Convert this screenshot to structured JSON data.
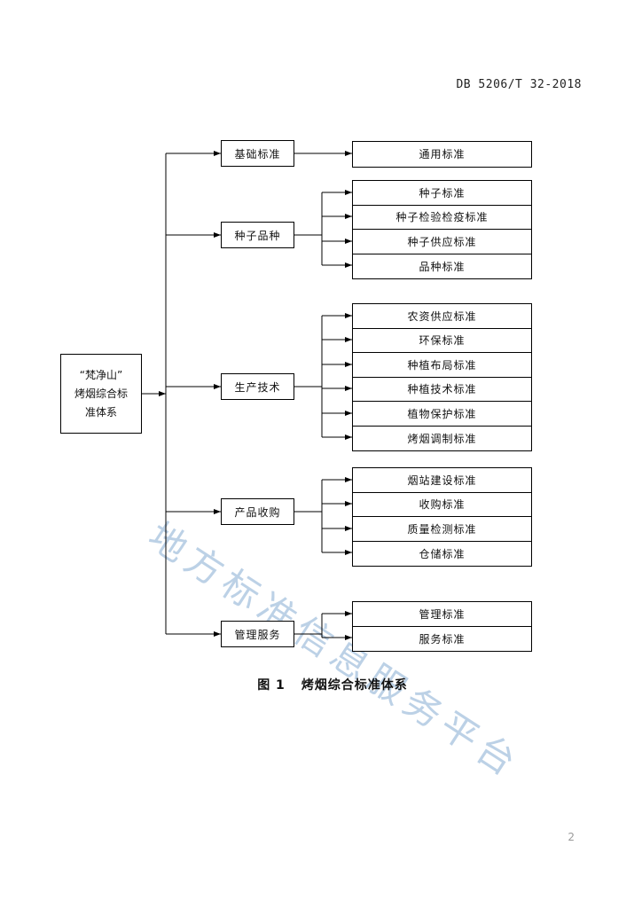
{
  "page": {
    "header_code": "DB 5206/T 32-2018",
    "page_number": "2",
    "watermark": "地方标准信息服务平台",
    "caption_label": "图 1",
    "caption_title": "烤烟综合标准体系"
  },
  "diagram": {
    "root": {
      "lines": [
        "“梵净山”",
        "烤烟综合标",
        "准体系"
      ]
    },
    "branches": [
      {
        "label": "基础标准",
        "children": [
          "通用标准"
        ]
      },
      {
        "label": "种子品种",
        "children": [
          "种子标准",
          "种子检验检疫标准",
          "种子供应标准",
          "品种标准"
        ]
      },
      {
        "label": "生产技术",
        "children": [
          "农资供应标准",
          "环保标准",
          "种植布局标准",
          "种植技术标准",
          "植物保护标准",
          "烤烟调制标准"
        ]
      },
      {
        "label": "产品收购",
        "children": [
          "烟站建设标准",
          "收购标准",
          "质量检测标准",
          "仓储标准"
        ]
      },
      {
        "label": "管理服务",
        "children": [
          "管理标准",
          "服务标准"
        ]
      }
    ]
  }
}
